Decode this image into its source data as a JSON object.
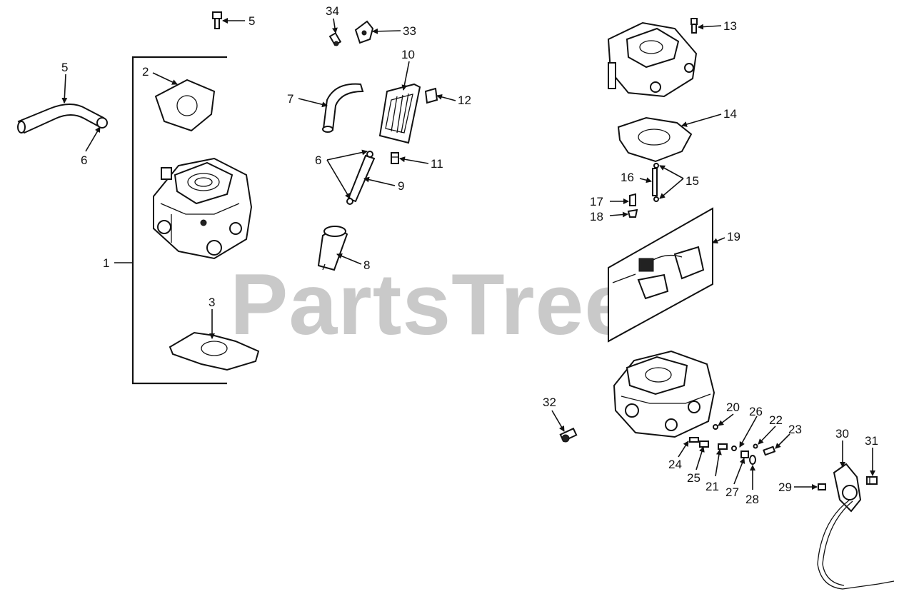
{
  "watermark": "PartsTree",
  "callouts": [
    "1",
    "2",
    "3",
    "5",
    "5",
    "6",
    "6",
    "7",
    "8",
    "9",
    "10",
    "11",
    "12",
    "13",
    "14",
    "15",
    "16",
    "17",
    "18",
    "19",
    "20",
    "21",
    "22",
    "23",
    "24",
    "25",
    "26",
    "27",
    "28",
    "29",
    "30",
    "31",
    "32",
    "33",
    "34"
  ]
}
